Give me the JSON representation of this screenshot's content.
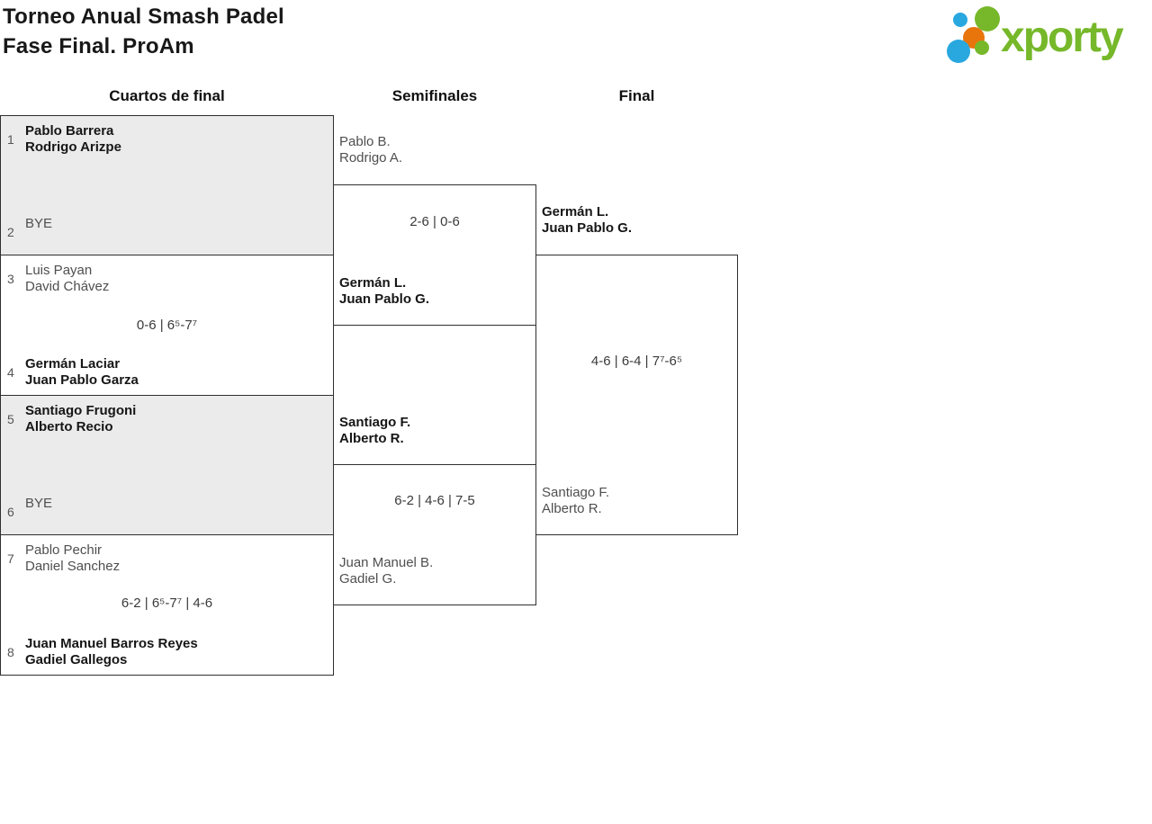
{
  "title": {
    "line1": "Torneo Anual Smash Padel",
    "line2": "Fase Final. ProAm"
  },
  "logo": {
    "brand": "xporty"
  },
  "colors": {
    "brand_green": "#76b82a",
    "dot_blue": "#29a8df",
    "dot_orange": "#e8740c",
    "box_gray": "#ebebeb",
    "border": "#2f2f2f"
  },
  "round_headers": {
    "quarterfinals": "Cuartos de final",
    "semifinals": "Semifinales",
    "final": "Final"
  },
  "quarterfinals": [
    {
      "seed_top": "1",
      "top_line1": "Pablo Barrera",
      "top_line2": "Rodrigo Arizpe",
      "top_winner": true,
      "seed_bottom": "2",
      "bottom_line1": "BYE",
      "bottom_line2": "",
      "bottom_winner": false,
      "score": ""
    },
    {
      "seed_top": "3",
      "top_line1": "Luis Payan",
      "top_line2": "David Chávez",
      "top_winner": false,
      "seed_bottom": "4",
      "bottom_line1": "Germán Laciar",
      "bottom_line2": "Juan Pablo Garza",
      "bottom_winner": true,
      "score": "0-6 | 6⁵-7⁷"
    },
    {
      "seed_top": "5",
      "top_line1": "Santiago Frugoni",
      "top_line2": "Alberto Recio",
      "top_winner": true,
      "seed_bottom": "6",
      "bottom_line1": "BYE",
      "bottom_line2": "",
      "bottom_winner": false,
      "score": ""
    },
    {
      "seed_top": "7",
      "top_line1": "Pablo Pechir",
      "top_line2": "Daniel Sanchez",
      "top_winner": false,
      "seed_bottom": "8",
      "bottom_line1": "Juan Manuel Barros Reyes",
      "bottom_line2": "Gadiel Gallegos",
      "bottom_winner": true,
      "score": "6-2 | 6⁵-7⁷ | 4-6"
    }
  ],
  "semifinals": [
    {
      "top_line1": "Pablo B.",
      "top_line2": "Rodrigo A.",
      "top_winner": false,
      "bottom_line1": "Germán L.",
      "bottom_line2": "Juan Pablo G.",
      "bottom_winner": true,
      "score": "2-6 | 0-6"
    },
    {
      "top_line1": "Santiago F.",
      "top_line2": "Alberto R.",
      "top_winner": true,
      "bottom_line1": "Juan Manuel B.",
      "bottom_line2": "Gadiel G.",
      "bottom_winner": false,
      "score": "6-2 | 4-6 | 7-5"
    }
  ],
  "final": {
    "top_line1": "Germán L.",
    "top_line2": "Juan Pablo G.",
    "top_winner": true,
    "bottom_line1": "Santiago F.",
    "bottom_line2": "Alberto R.",
    "bottom_winner": false,
    "score": "4-6 | 6-4 | 7⁷-6⁵"
  }
}
